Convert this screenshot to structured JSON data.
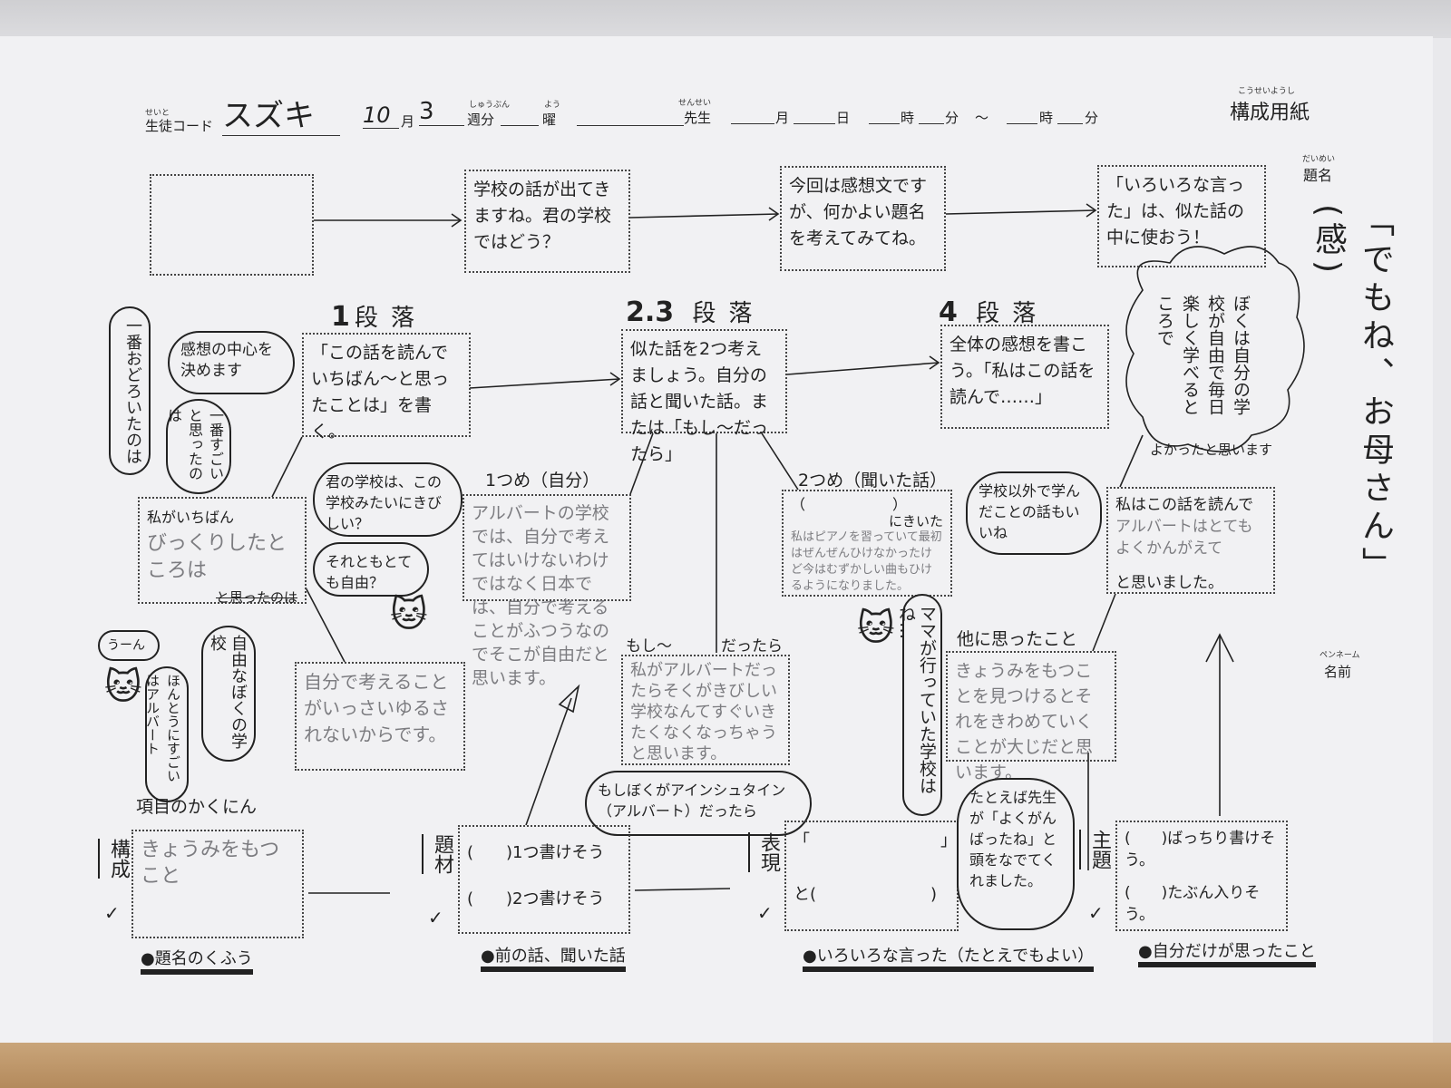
{
  "header": {
    "student_code_ruby": "せいと",
    "student_code_label": "生徒コード",
    "student_name": "スズキ",
    "month_value": "10",
    "month_label": "月",
    "week_value": "3",
    "week_ruby": "しゅうぶん",
    "week_label": "週分",
    "weekday_ruby": "よう",
    "weekday_label": "曜",
    "teacher_ruby": "せんせい",
    "teacher_label": "先生",
    "date_month_label": "月",
    "date_day_label": "日",
    "hour_label": "時",
    "minute_label": "分",
    "tilde": "～",
    "hour2_label": "時",
    "minute2_label": "分",
    "form_title_ruby": "こうせいようし",
    "form_title": "構成用紙"
  },
  "title_area": {
    "label_ruby": "だいめい",
    "label": "題名",
    "title_text": "「でもね、お母さん」(感)"
  },
  "top_row": [
    {
      "text": ""
    },
    {
      "text": "学校の話が出てきますね。君の学校ではどう？"
    },
    {
      "text": "今回は感想文ですが、何かよい題名を考えてみてね。"
    },
    {
      "text": "「いろいろな言った」は、似た話の中に使おう！"
    }
  ],
  "sections": {
    "p1": {
      "num": "1",
      "label": "段落",
      "prompt": "「この話を読んでいちばん～と思ったことは」を書く。"
    },
    "p23": {
      "num": "2.3",
      "label": "段落",
      "prompt": "似た話を2つ考えましょう。自分の話と聞いた話。または「もし～だったら」"
    },
    "p4": {
      "num": "4",
      "label": "段落",
      "prompt": "全体の感想を書こう。「私はこの話を読んで……」"
    }
  },
  "bubbles": {
    "odoroita": "一番おどろいたのは",
    "kansou_chushin": "感想の中心を決めます",
    "sugoi": "一番すごいと思ったのは",
    "kimi_gakkou": "君の学校は、この学校みたいにきびしい？",
    "jiyuu": "それともとても自由？",
    "uun": "うーん",
    "hontou": "ほんとうにすごいはアルバート",
    "jiyuu_gakkou": "自由なぼくの学校",
    "gakkou_igai": "学校以外で学んだことの話もいいね",
    "mama": "ママが行っていた学校はね…",
    "einstein": "もしぼくがアインシュタイン（アルバート）だったら",
    "cloud_vertical": "ぼくは自分の学校が自由で毎日楽しく学べるところで",
    "cloud_bottom": "よかったと思います",
    "tatoeba": "たとえば先生が「よくがんばったね」と頭をなでてくれました。"
  },
  "answers": {
    "ichiban_prefix": "私がいちばん",
    "ichiban_answer": "びっくりしたところは",
    "ichiban_struck": "と思ったのは",
    "first_label": "1つめ（自分）",
    "first_answer": "アルバートの学校では、自分で考えてはいけないわけではなく日本では、自分で考えることがふつうなのでそこが自由だと思います。",
    "second_label": "2つめ（聞いた話）",
    "second_paren": "（　　　　　　）",
    "second_suffix": "にきいた",
    "second_answer": "私はピアノを習っていて最初はぜんぜんひけなかったけど今はむずかしい曲もひけるようになりました。",
    "moshi_label": "もし～",
    "dattara_label": "だったら",
    "moshi_answer": "私がアルバートだったらそくがきびしい学校なんてすぐいきたくなくなっちゃうと思います。",
    "reason_answer": "自分で考えることがいっさいゆるされないからです。",
    "hoka_label": "他に思ったこと",
    "hoka_answer": "きょうみをもつことを見つけるとそれをきわめていくことが大じだと思います。",
    "final_prefix": "私はこの話を読んで",
    "final_answer": "アルバートはとてもよくかんがえて",
    "final_suffix": "と思いました。"
  },
  "pen_name": {
    "ruby": "ペンネーム",
    "label": "名前"
  },
  "checklist": {
    "title": "項目のかくにん",
    "items": [
      {
        "label": "構成",
        "check": "✓",
        "content": "きょうみをもつこと",
        "footer": "●題名のくふう"
      },
      {
        "label": "題材",
        "check": "✓",
        "line1": "(　　)1つ書けそう",
        "line2": "(　　)2つ書けそう",
        "footer": "●前の話、聞いた話"
      },
      {
        "label": "表現",
        "check": "✓",
        "line1": "「　　　　　　　　」",
        "line2": "と(　　　　　　　)",
        "footer": "●いろいろな言った（たとえでもよい）"
      },
      {
        "label": "主題",
        "check": "✓",
        "line1": "(　　)ばっちり書けそう。",
        "line2": "(　　)たぶん入りそう。",
        "footer": "●自分だけが思ったこと"
      }
    ]
  }
}
